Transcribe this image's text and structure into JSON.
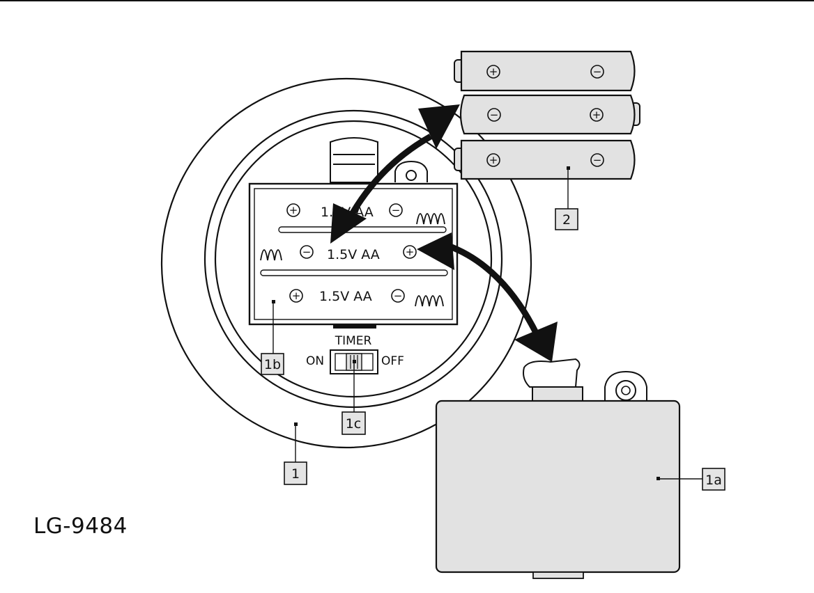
{
  "model_code": "LG-9484",
  "callouts": {
    "c1": "1",
    "c1a": "1a",
    "c1b": "1b",
    "c1c": "1c",
    "c2": "2"
  },
  "holder_labels": {
    "row1": "1.5V  AA",
    "row2": "1.5V  AA",
    "row3": "1.5V  AA"
  },
  "switch": {
    "title": "TIMER",
    "on": "ON",
    "off": "OFF"
  },
  "symbols": {
    "plus": "+",
    "minus": "−"
  },
  "colors": {
    "line": "#111111",
    "fill_gray": "#e2e2e2",
    "background": "#ffffff"
  }
}
